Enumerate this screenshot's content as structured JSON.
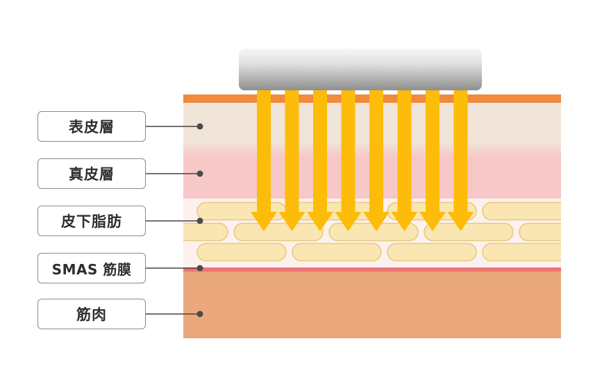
{
  "layers": [
    {
      "label": "表皮層"
    },
    {
      "label": "真皮層"
    },
    {
      "label": "皮下脂肪"
    },
    {
      "label": "SMAS 筋膜"
    },
    {
      "label": "筋肉"
    }
  ],
  "colors": {
    "epidermis_edge": "#f08a3c",
    "epidermis": "#f1e4d8",
    "dermis": "#f7c8c8",
    "fat_background": "#fdf1ee",
    "fat_cell_fill": "#f9e6b2",
    "fat_cell_stroke": "#e9c97c",
    "smas_line": "#ee7474",
    "muscle": "#eaa87c",
    "energy_arrow": "#fdbc0a",
    "device_light": "#f4f4f4",
    "device_dark": "#8f8f8f"
  },
  "icons": [
    "probe-head-icon",
    "energy-arrow-icon"
  ],
  "energy_arrow_count": 8
}
